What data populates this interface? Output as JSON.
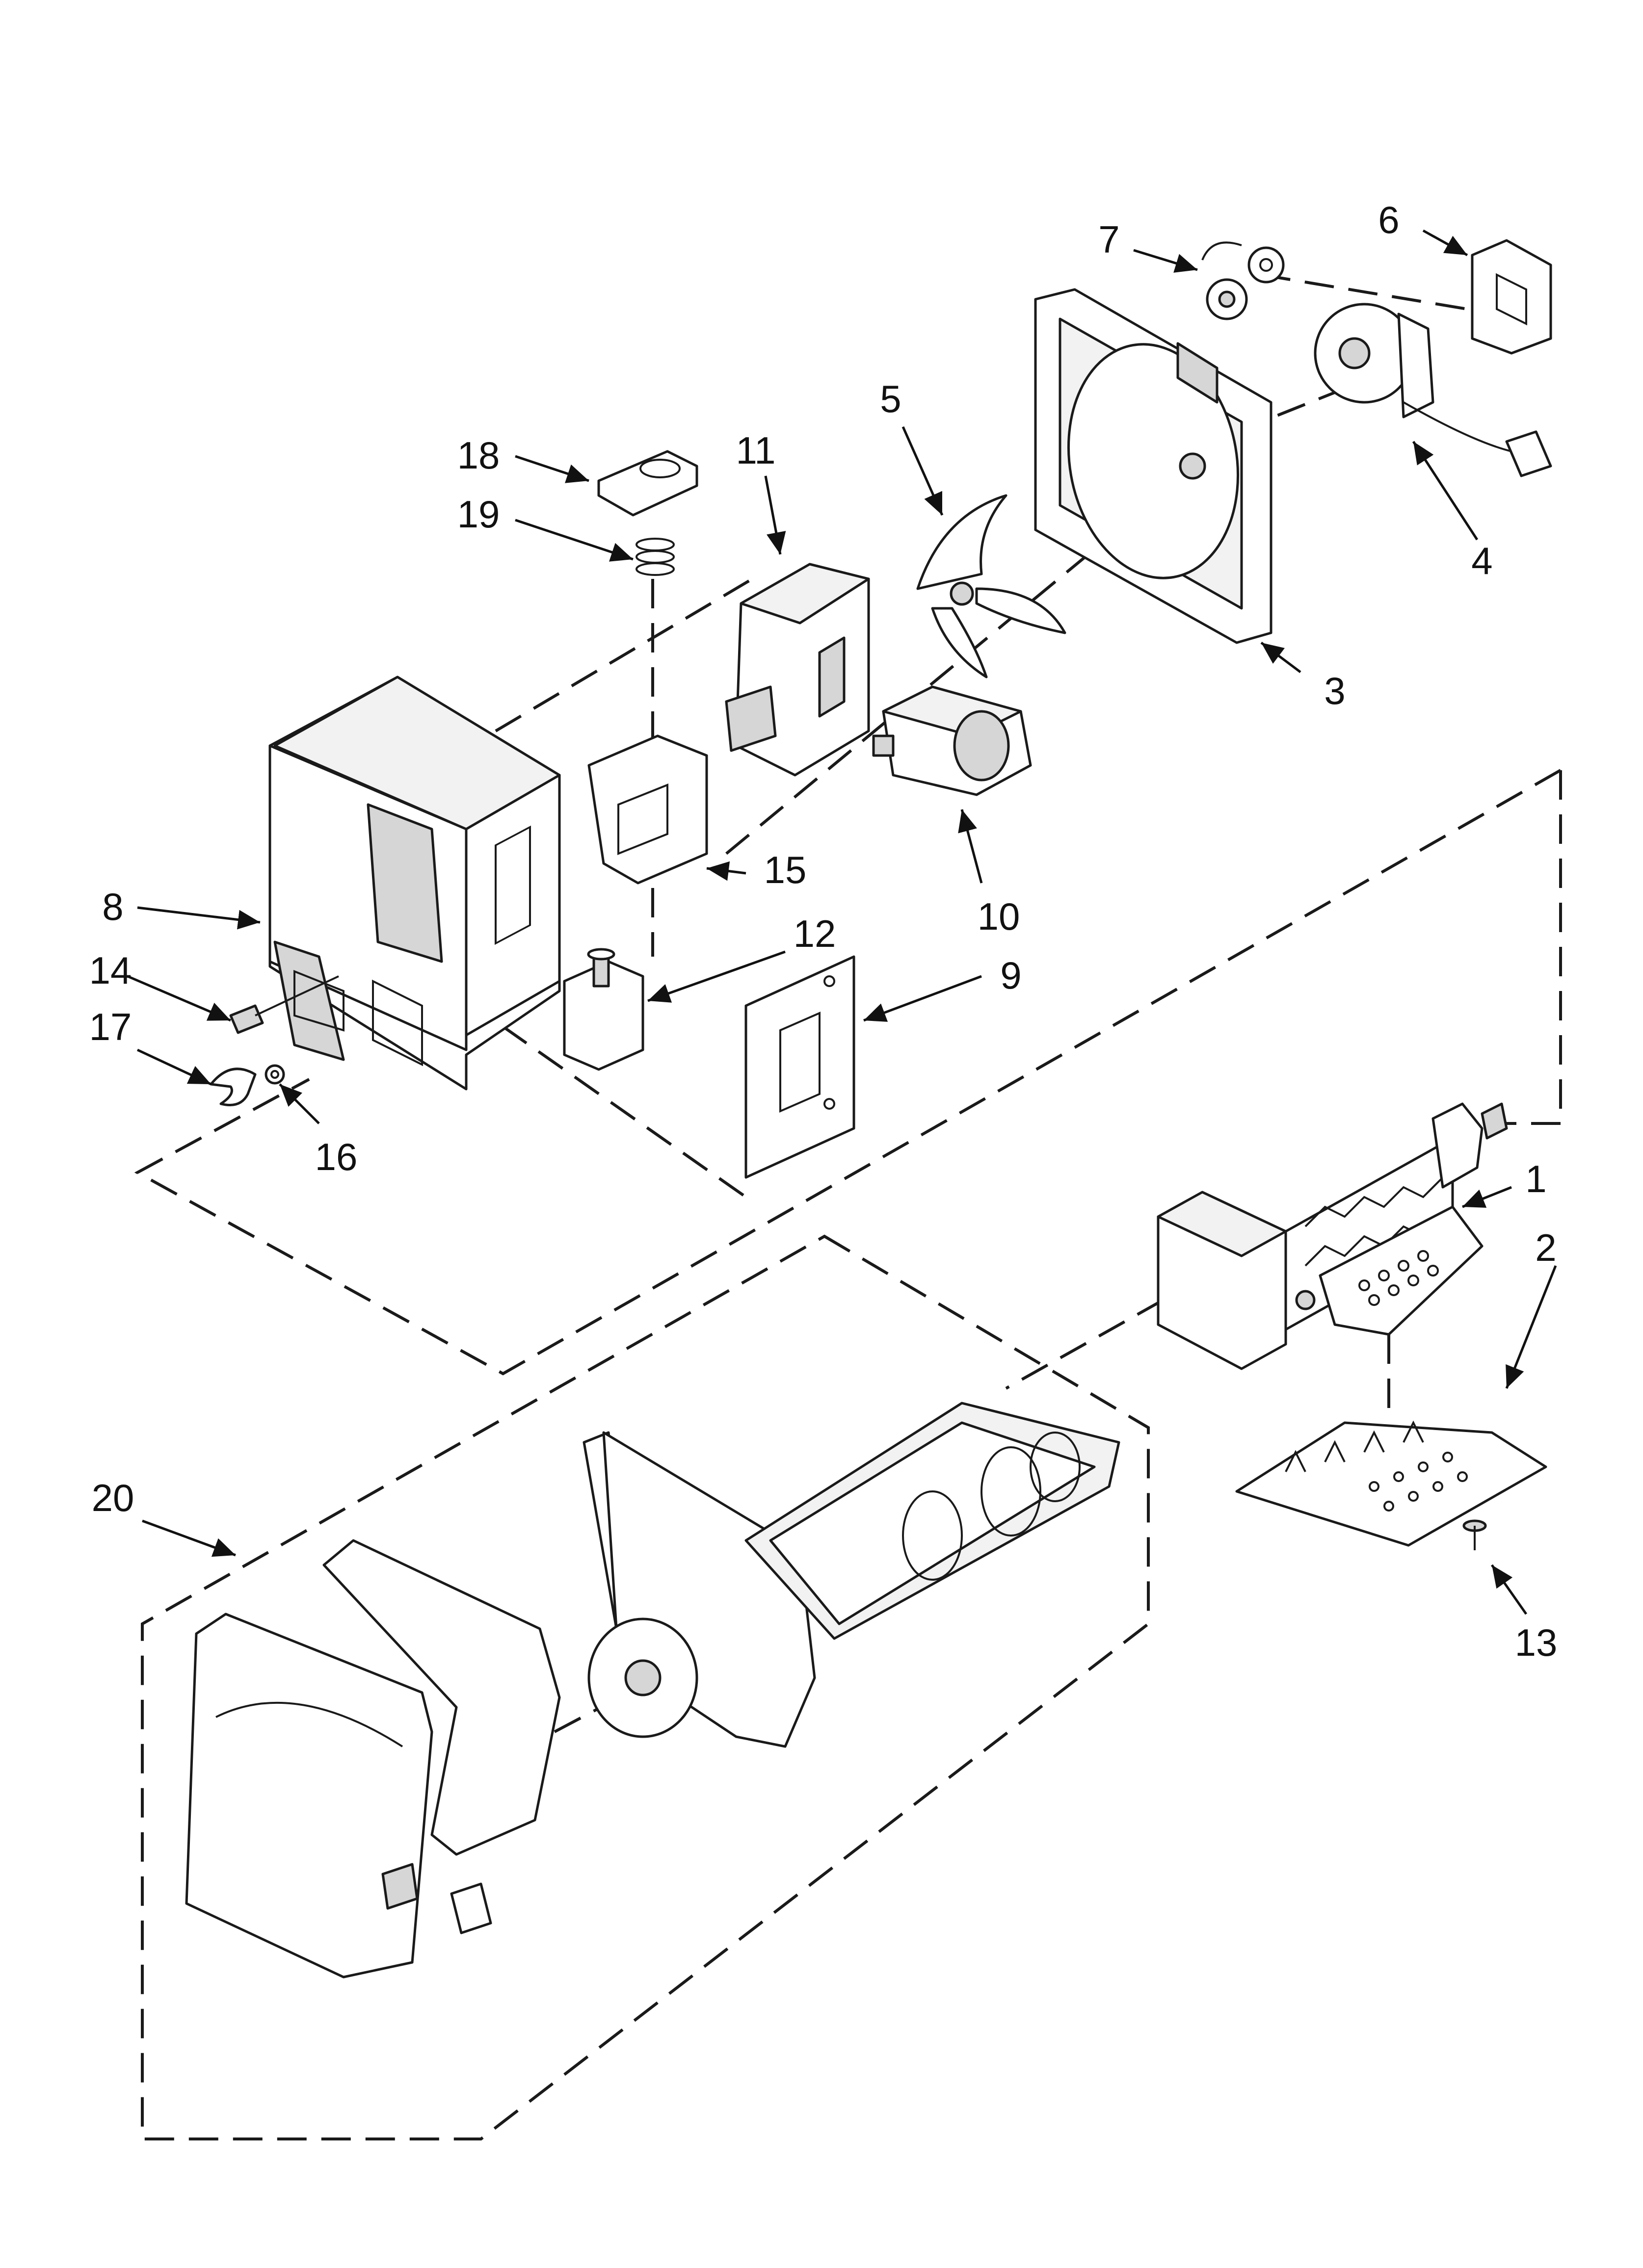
{
  "diagram": {
    "callouts": [
      {
        "id": "c1",
        "label": "1"
      },
      {
        "id": "c2",
        "label": "2"
      },
      {
        "id": "c3",
        "label": "3"
      },
      {
        "id": "c4",
        "label": "4"
      },
      {
        "id": "c5",
        "label": "5"
      },
      {
        "id": "c6",
        "label": "6"
      },
      {
        "id": "c7",
        "label": "7"
      },
      {
        "id": "c8",
        "label": "8"
      },
      {
        "id": "c9",
        "label": "9"
      },
      {
        "id": "c10",
        "label": "10"
      },
      {
        "id": "c11",
        "label": "11"
      },
      {
        "id": "c12",
        "label": "12"
      },
      {
        "id": "c13",
        "label": "13"
      },
      {
        "id": "c14",
        "label": "14"
      },
      {
        "id": "c15",
        "label": "15"
      },
      {
        "id": "c16",
        "label": "16"
      },
      {
        "id": "c17",
        "label": "17"
      },
      {
        "id": "c18",
        "label": "18"
      },
      {
        "id": "c19",
        "label": "19"
      },
      {
        "id": "c20",
        "label": "20"
      }
    ]
  }
}
